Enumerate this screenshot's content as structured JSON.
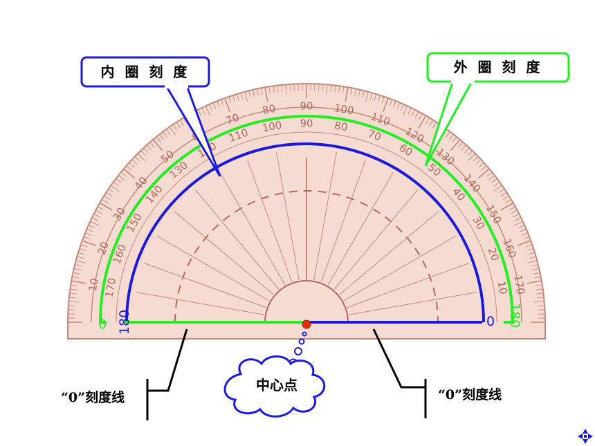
{
  "callouts": {
    "inner": "内 圈 刻 度",
    "outer": "外 圈 刻 度"
  },
  "zero_line_left": "“0”刻度线",
  "zero_line_right": "“0”刻度线",
  "center_point": "中心点",
  "end_labels": {
    "outer_left": "0",
    "inner_left": "180",
    "inner_right": "0",
    "outer_right": "180"
  },
  "colors": {
    "outer_scale": "#22ee22",
    "inner_scale": "#1a1adc",
    "center_dot": "#e03010",
    "protractor_fill": "#f6dbd2",
    "protractor_ink": "#c4887a"
  },
  "nav_icon": "four-arrow-move-icon"
}
